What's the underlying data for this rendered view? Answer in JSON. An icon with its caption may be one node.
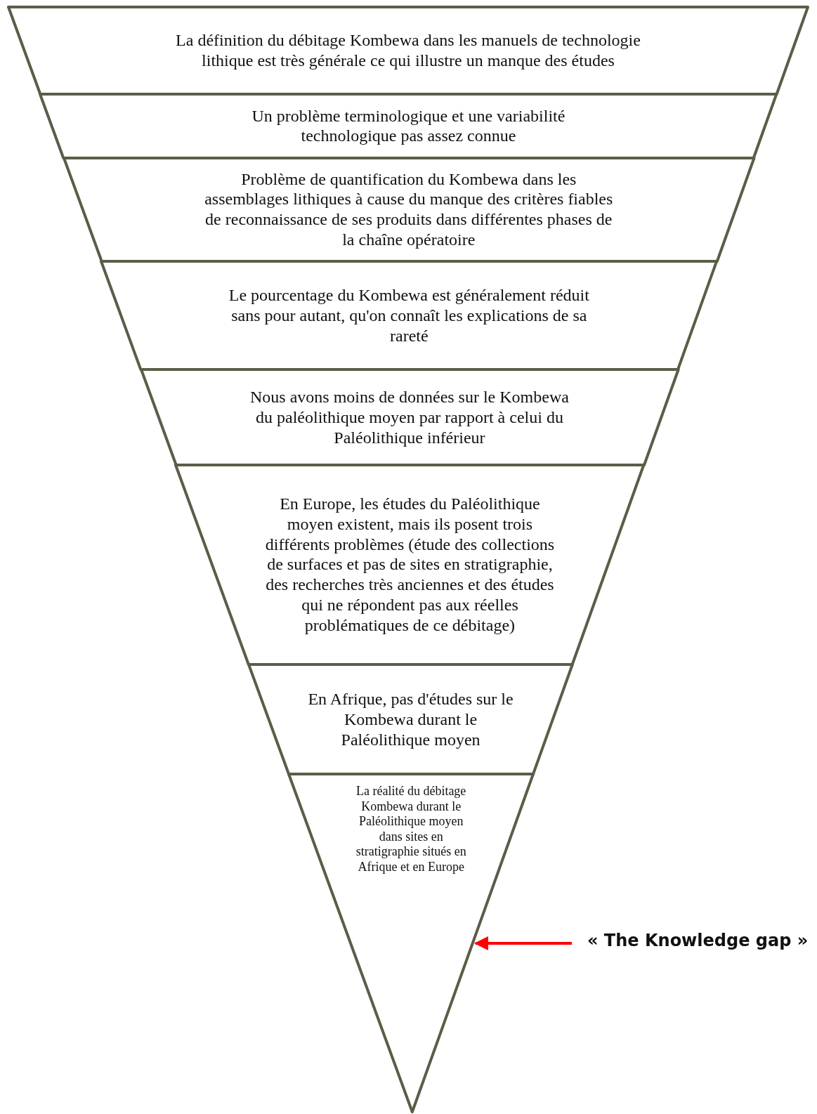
{
  "diagram": {
    "nodes": [
      {
        "text": [
          "La définition du débitage Kombewa dans les manuels de technologie lithique est très générale ce qui illustre un manque des études"
        ]
      },
      {
        "text": [
          "Un problème terminologique et une variabilité technologique pas assez connue"
        ]
      },
      {
        "text": [
          "Problème de quantification du Kombewa dans les assemblages lithiques à cause du manque des critères fiables de reconnaissance de ses produits dans différentes phases de la chaîne opératoire"
        ]
      },
      {
        "text": [
          "Le pourcentage du Kombewa est généralement réduit sans pour autant, qu'on connaît les explications de sa rareté"
        ]
      },
      {
        "text": [
          "Nous avons moins de données sur le Kombewa du paléolithique moyen par rapport à celui du Paléolithique inférieur"
        ]
      },
      {
        "text": [
          "En Europe, les études du Paléolithique moyen existent, mais ils posent trois différents problèmes (étude des collections de surfaces et pas de sites en stratigraphie, des recherches très anciennes et des études qui ne répondent pas aux réelles problématiques de ce débitage)"
        ]
      },
      {
        "text": [
          "En Afrique, pas d'études sur le Kombewa durant le Paléolithique moyen"
        ]
      },
      {
        "text": [
          "La réalité du débitage Kombewa durant le Paléolithique moyen dans sites en stratigraphie situés en Afrique et en Europe"
        ]
      },
      {
        "text": [
          "« The Knowledge gap »"
        ]
      }
    ],
    "edges": [
      {
        "from": 8,
        "to": 7,
        "arrow": "to",
        "color": "#ff0000"
      }
    ]
  }
}
